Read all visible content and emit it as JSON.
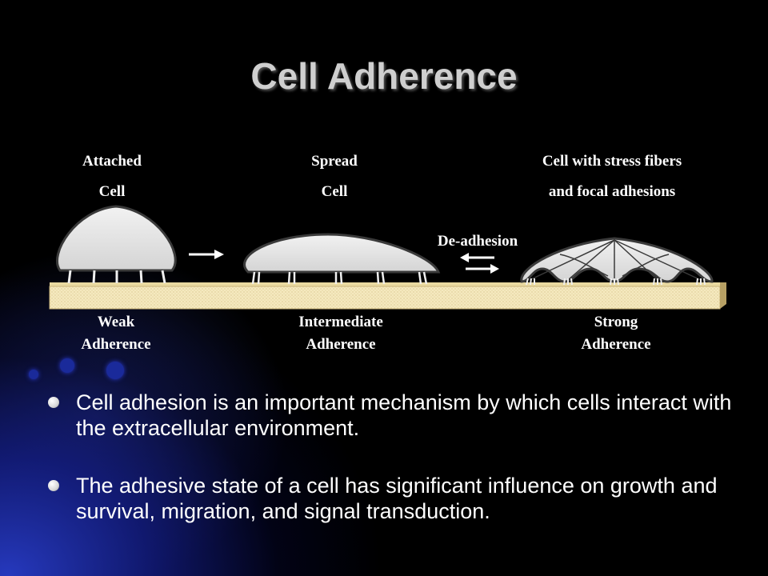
{
  "slide": {
    "title": "Cell Adherence"
  },
  "diagram": {
    "stages": [
      {
        "top_line1": "Attached",
        "top_line2": "Cell",
        "bottom_line1": "Weak",
        "bottom_line2": "Adherence"
      },
      {
        "top_line1": "Spread",
        "top_line2": "Cell",
        "bottom_line1": "Intermediate",
        "bottom_line2": "Adherence"
      },
      {
        "top_line1": "Cell with stress fibers",
        "top_line2": "and focal adhesions",
        "bottom_line1": "Strong",
        "bottom_line2": "Adherence"
      }
    ],
    "transition_label": "De-adhesion"
  },
  "bullets": [
    "Cell adhesion is an important mechanism by which cells interact with the extracellular environment.",
    "The adhesive state of a cell has significant influence on growth and survival, migration, and signal transduction."
  ],
  "colors": {
    "background": "#000000",
    "title": "#cfcfcf",
    "substrate": "#f3e6b8",
    "cell_fill": "#e6e6e6",
    "glow": "#283cc8"
  }
}
